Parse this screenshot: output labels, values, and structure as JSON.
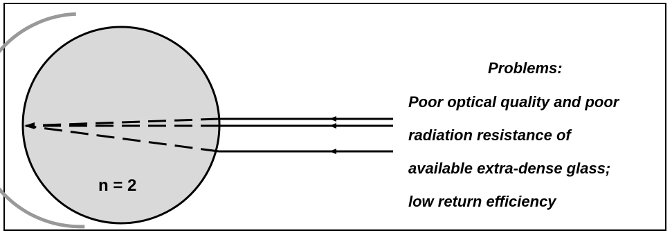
{
  "lens": {
    "index_label": "n = 2",
    "fill_color": "#d9d9d9",
    "coating_color": "#999999"
  },
  "problems": {
    "title": "Problems:",
    "lines": [
      "Poor optical quality and poor",
      "radiation resistance of",
      "available extra-dense glass;",
      "low return efficiency"
    ]
  }
}
